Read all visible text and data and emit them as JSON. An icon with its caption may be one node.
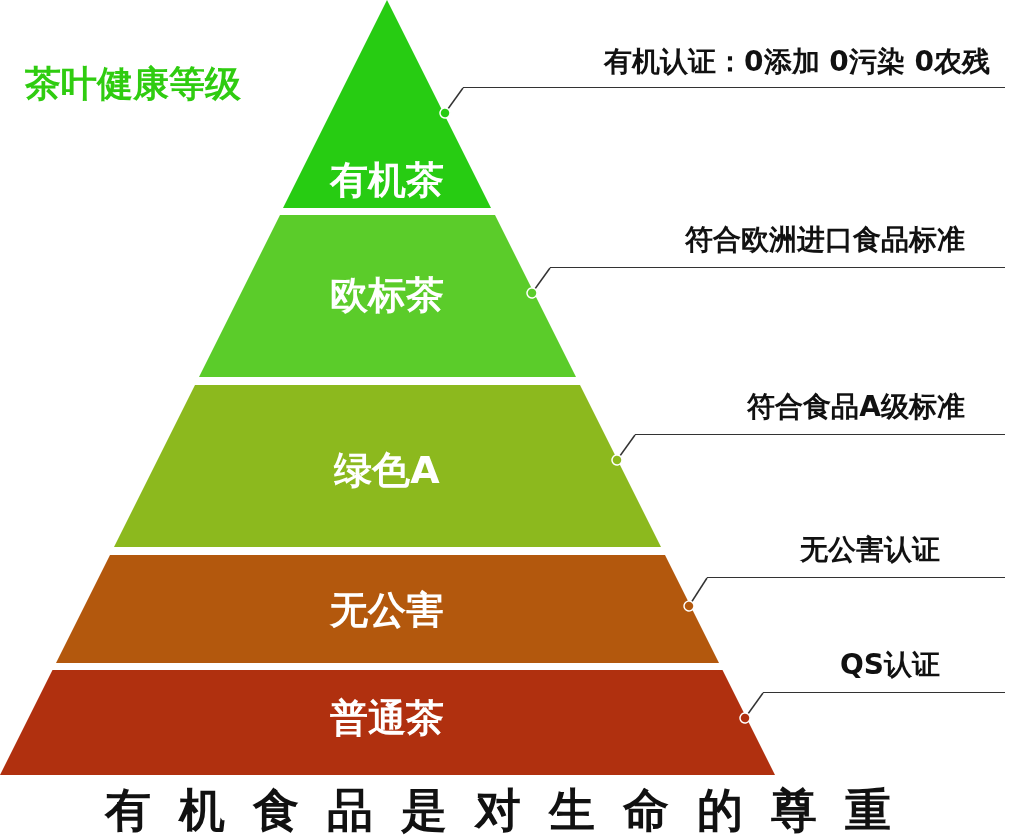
{
  "diagram": {
    "title": "茶叶健康等级",
    "caption": "有机食品是对生命的尊重",
    "nodes": [
      {
        "text": [
          "有机茶"
        ]
      },
      {
        "text": [
          "欧标茶"
        ]
      },
      {
        "text": [
          "绿色A"
        ]
      },
      {
        "text": [
          "无公害"
        ]
      },
      {
        "text": [
          "普通茶"
        ]
      },
      {
        "text": [
          "有机认证：0添加 0污染 0农残"
        ]
      },
      {
        "text": [
          "符合欧洲进口食品标准"
        ]
      },
      {
        "text": [
          "符合食品A级标准"
        ]
      },
      {
        "text": [
          "无公害认证"
        ]
      },
      {
        "text": [
          "QS认证"
        ]
      }
    ],
    "edges": [
      {
        "from": 5,
        "to": 0,
        "arrow": "other"
      },
      {
        "from": 6,
        "to": 1,
        "arrow": "other"
      },
      {
        "from": 7,
        "to": 2,
        "arrow": "other"
      },
      {
        "from": 8,
        "to": 3,
        "arrow": "other"
      },
      {
        "from": 9,
        "to": 4,
        "arrow": "other"
      }
    ]
  }
}
